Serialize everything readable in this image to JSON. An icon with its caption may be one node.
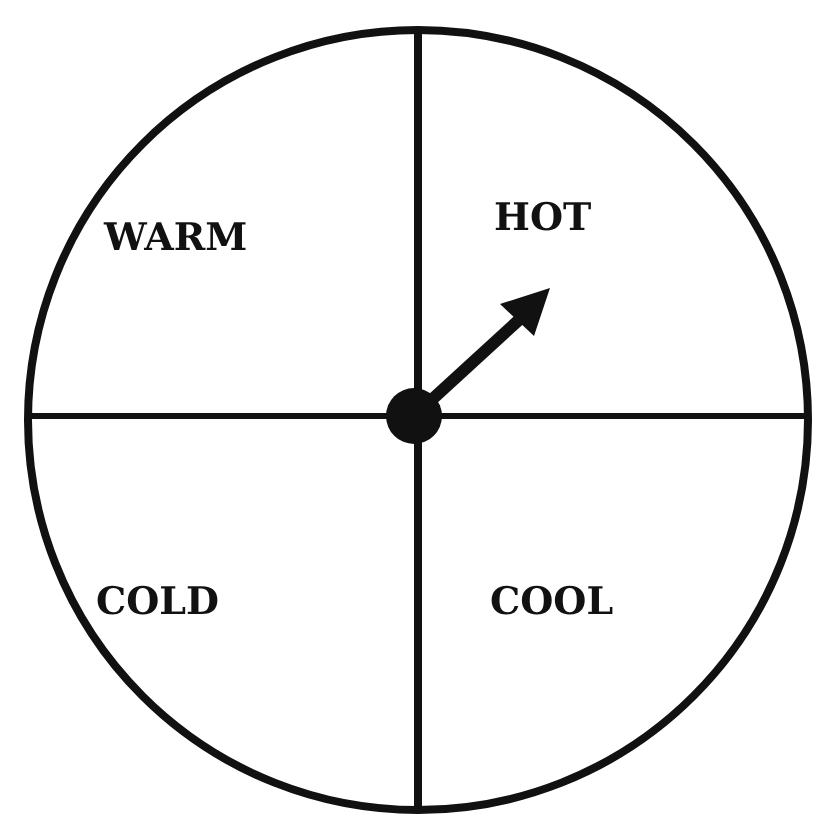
{
  "diagram": {
    "labels": [
      "WARM",
      "HOT",
      "COLD",
      "COOL"
    ]
  }
}
